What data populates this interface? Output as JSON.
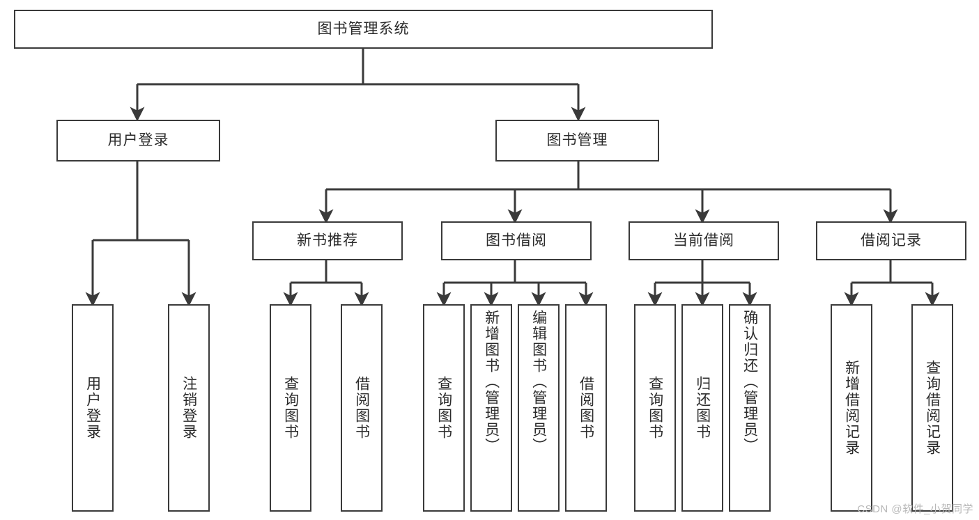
{
  "diagram": {
    "title": "图书管理系统",
    "watermark": "CSDN @软件_小贺同学",
    "line_color": "#3a3a3a",
    "text_color": "#2b2b2b",
    "background": "#ffffff"
  },
  "nodes": {
    "root": {
      "label": "图书管理系统"
    },
    "level2": [
      {
        "label": "用户登录"
      },
      {
        "label": "图书管理"
      }
    ],
    "level3": [
      {
        "label": "新书推荐"
      },
      {
        "label": "图书借阅"
      },
      {
        "label": "当前借阅"
      },
      {
        "label": "借阅记录"
      }
    ],
    "leaves": {
      "user_login": [
        {
          "label": "用户登录"
        },
        {
          "label": "注销登录"
        }
      ],
      "new_book": [
        {
          "label": "查询图书"
        },
        {
          "label": "借阅图书"
        }
      ],
      "book_borrow": [
        {
          "label": "查询图书"
        },
        {
          "label": "新增图书（管理员）"
        },
        {
          "label": "编辑图书（管理员）"
        },
        {
          "label": "借阅图书"
        }
      ],
      "current_borrow": [
        {
          "label": "查询图书"
        },
        {
          "label": "归还图书"
        },
        {
          "label": "确认归还（管理员）"
        }
      ],
      "borrow_record": [
        {
          "label": "新增借阅记录"
        },
        {
          "label": "查询借阅记录"
        }
      ]
    }
  }
}
